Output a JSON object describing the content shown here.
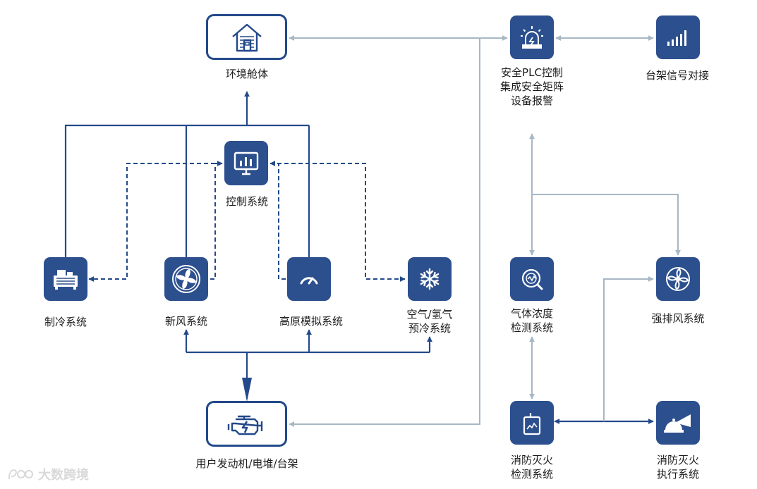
{
  "nodes": {
    "cabin": "环境舱体",
    "control": "控制系统",
    "refrigeration": "制冷系统",
    "fresh_air": "新风系统",
    "plateau": "高原模拟系统",
    "precool": [
      "空气/氢气",
      "预冷系统"
    ],
    "engine": "用户发动机/电堆/台架",
    "plc": [
      "安全PLC控制",
      "集成安全矩阵",
      "设备报警"
    ],
    "rack_signal": "台架信号对接",
    "gas_detect": [
      "气体浓度",
      "检测系统"
    ],
    "exhaust": "强排风系统",
    "fire_detect": [
      "消防灭火",
      "检测系统"
    ],
    "fire_exec": [
      "消防灭火",
      "执行系统"
    ]
  },
  "watermark": "大数跨境",
  "colors": {
    "icon_blue": "#2c4f8e",
    "dark_line": "#23498a",
    "light_line": "#a8b7c4"
  }
}
